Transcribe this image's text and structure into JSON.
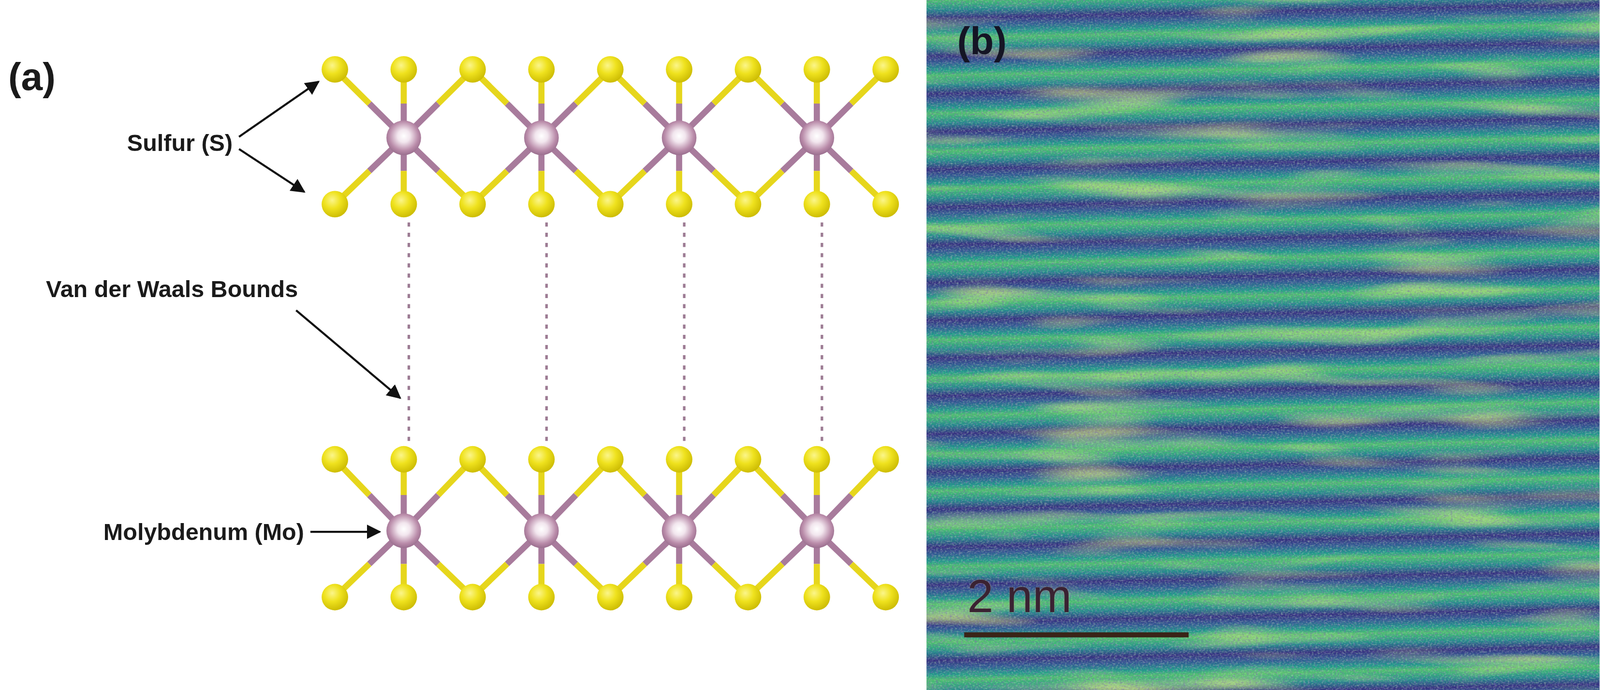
{
  "diagram": {
    "labels": [
      "(a)",
      "Sulfur (S)",
      "Van der Waals Bounds",
      "Molybdenum (Mo)",
      "(b)",
      "2 nm"
    ]
  }
}
